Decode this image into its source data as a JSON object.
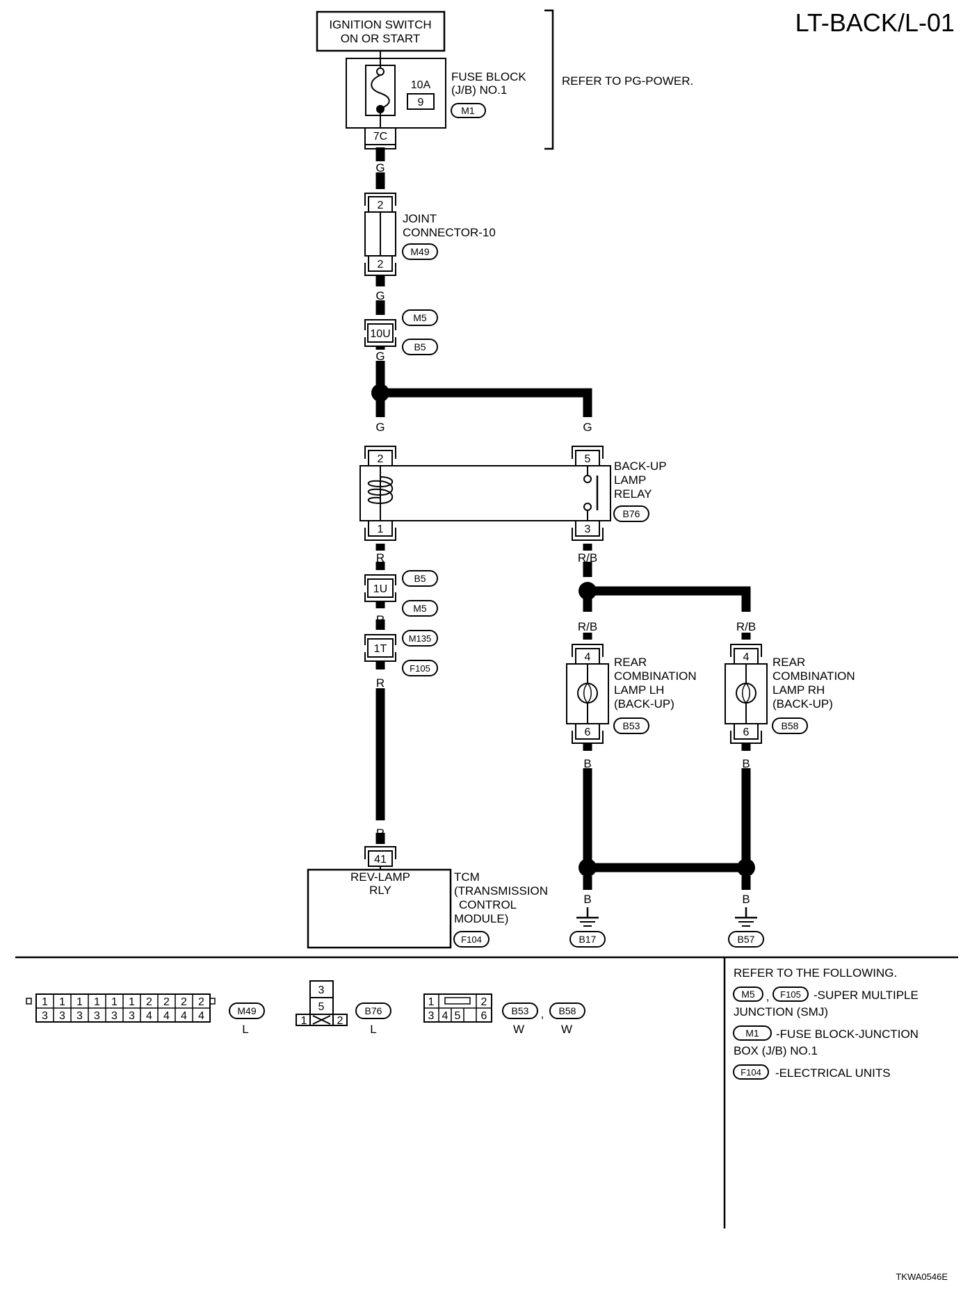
{
  "page_title": "LT-BACK/L-01",
  "footer_code": "TKWA0546E",
  "ignition": {
    "line1": "IGNITION SWITCH",
    "line2": "ON OR START"
  },
  "fuse": {
    "rating": "10A",
    "number": "9",
    "name_line1": "FUSE BLOCK",
    "name_line2": "(J/B) NO.1",
    "code": "M1",
    "terminal": "7C"
  },
  "refer_pg": "REFER TO PG-POWER.",
  "joint": {
    "line1": "JOINT",
    "line2": "CONNECTOR-10",
    "code": "M49",
    "pin_top": "2",
    "pin_bottom": "2"
  },
  "conn_10u": {
    "pin": "10U",
    "code_top": "M5",
    "code_bottom": "B5"
  },
  "wire": {
    "g": "G",
    "r": "R",
    "rb": "R/B",
    "b": "B"
  },
  "relay": {
    "line1": "BACK-UP",
    "line2": "LAMP",
    "line3": "RELAY",
    "code": "B76",
    "pin2": "2",
    "pin1": "1",
    "pin5": "5",
    "pin3": "3"
  },
  "conn_1u": {
    "pin": "1U",
    "code_top": "B5",
    "code_bottom": "M5"
  },
  "conn_1t": {
    "pin": "1T",
    "code_top": "M135",
    "code_bottom": "F105"
  },
  "lamp_lh": {
    "line1": "REAR",
    "line2": "COMBINATION",
    "line3": "LAMP LH",
    "line4": "(BACK-UP)",
    "code": "B53",
    "pin_top": "4",
    "pin_bottom": "6"
  },
  "lamp_rh": {
    "line1": "REAR",
    "line2": "COMBINATION",
    "line3": "LAMP RH",
    "line4": "(BACK-UP)",
    "code": "B58",
    "pin_top": "4",
    "pin_bottom": "6"
  },
  "tcm": {
    "pin": "41",
    "term_line1": "REV-LAMP",
    "term_line2": "RLY",
    "line1": "TCM",
    "line2": "(TRANSMISSION",
    "line3": "CONTROL",
    "line4": "MODULE)",
    "code": "F104"
  },
  "grounds": {
    "left": "B17",
    "right": "B57"
  },
  "connectors": {
    "m49": {
      "top_pins": [
        "1",
        "1",
        "1",
        "1",
        "1",
        "1",
        "2",
        "2",
        "2",
        "2"
      ],
      "bottom_pins": [
        "3",
        "3",
        "3",
        "3",
        "3",
        "3",
        "4",
        "4",
        "4",
        "4"
      ],
      "code": "M49",
      "color": "L"
    },
    "b76": {
      "pin3": "3",
      "pin5": "5",
      "pin1": "1",
      "pin2": "2",
      "code": "B76",
      "color": "L"
    },
    "b53": {
      "pin1": "1",
      "pin2": "2",
      "pin3": "3",
      "pin4": "4",
      "pin5": "5",
      "pin6": "6",
      "code1": "B53",
      "code2": "B58",
      "color1": "W",
      "color2": "W",
      "sep": ","
    }
  },
  "refer_following": {
    "title": "REFER TO THE FOLLOWING.",
    "smj_code1": "M5",
    "smj_sep": ",",
    "smj_code2": "F105",
    "smj_line1": "-SUPER MULTIPLE",
    "smj_line2": "JUNCTION (SMJ)",
    "fb_code": "M1",
    "fb_line1": "-FUSE BLOCK-JUNCTION",
    "fb_line2": "BOX (J/B) NO.1",
    "eu_code": "F104",
    "eu_line": "-ELECTRICAL UNITS"
  }
}
